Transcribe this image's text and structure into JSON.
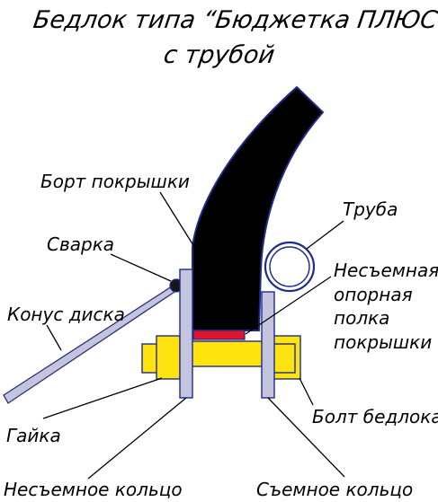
{
  "title": {
    "line1": "Бедлок типа “Бюджетка ПЛЮС”",
    "line2": "с трубой"
  },
  "labels": {
    "tire_bead": "Борт покрышки",
    "weld": "Сварка",
    "rim_cone": "Конус диска",
    "tube": "Труба",
    "fixed_shelf": [
      "Несъемная",
      "опорная",
      "полка",
      "покрышки"
    ],
    "nut": "Гайка",
    "beadlock_bolt": "Болт бедлока",
    "fixed_ring": "Несъемное кольцо",
    "removable_ring": "Съемное кольцо"
  },
  "colors": {
    "tire": "#000000",
    "tire_edge": "#1f2a8c",
    "ring": "#c3c4dd",
    "bolt": "#ffe30f",
    "shelf": "#e0142b",
    "weld": "#161616"
  }
}
